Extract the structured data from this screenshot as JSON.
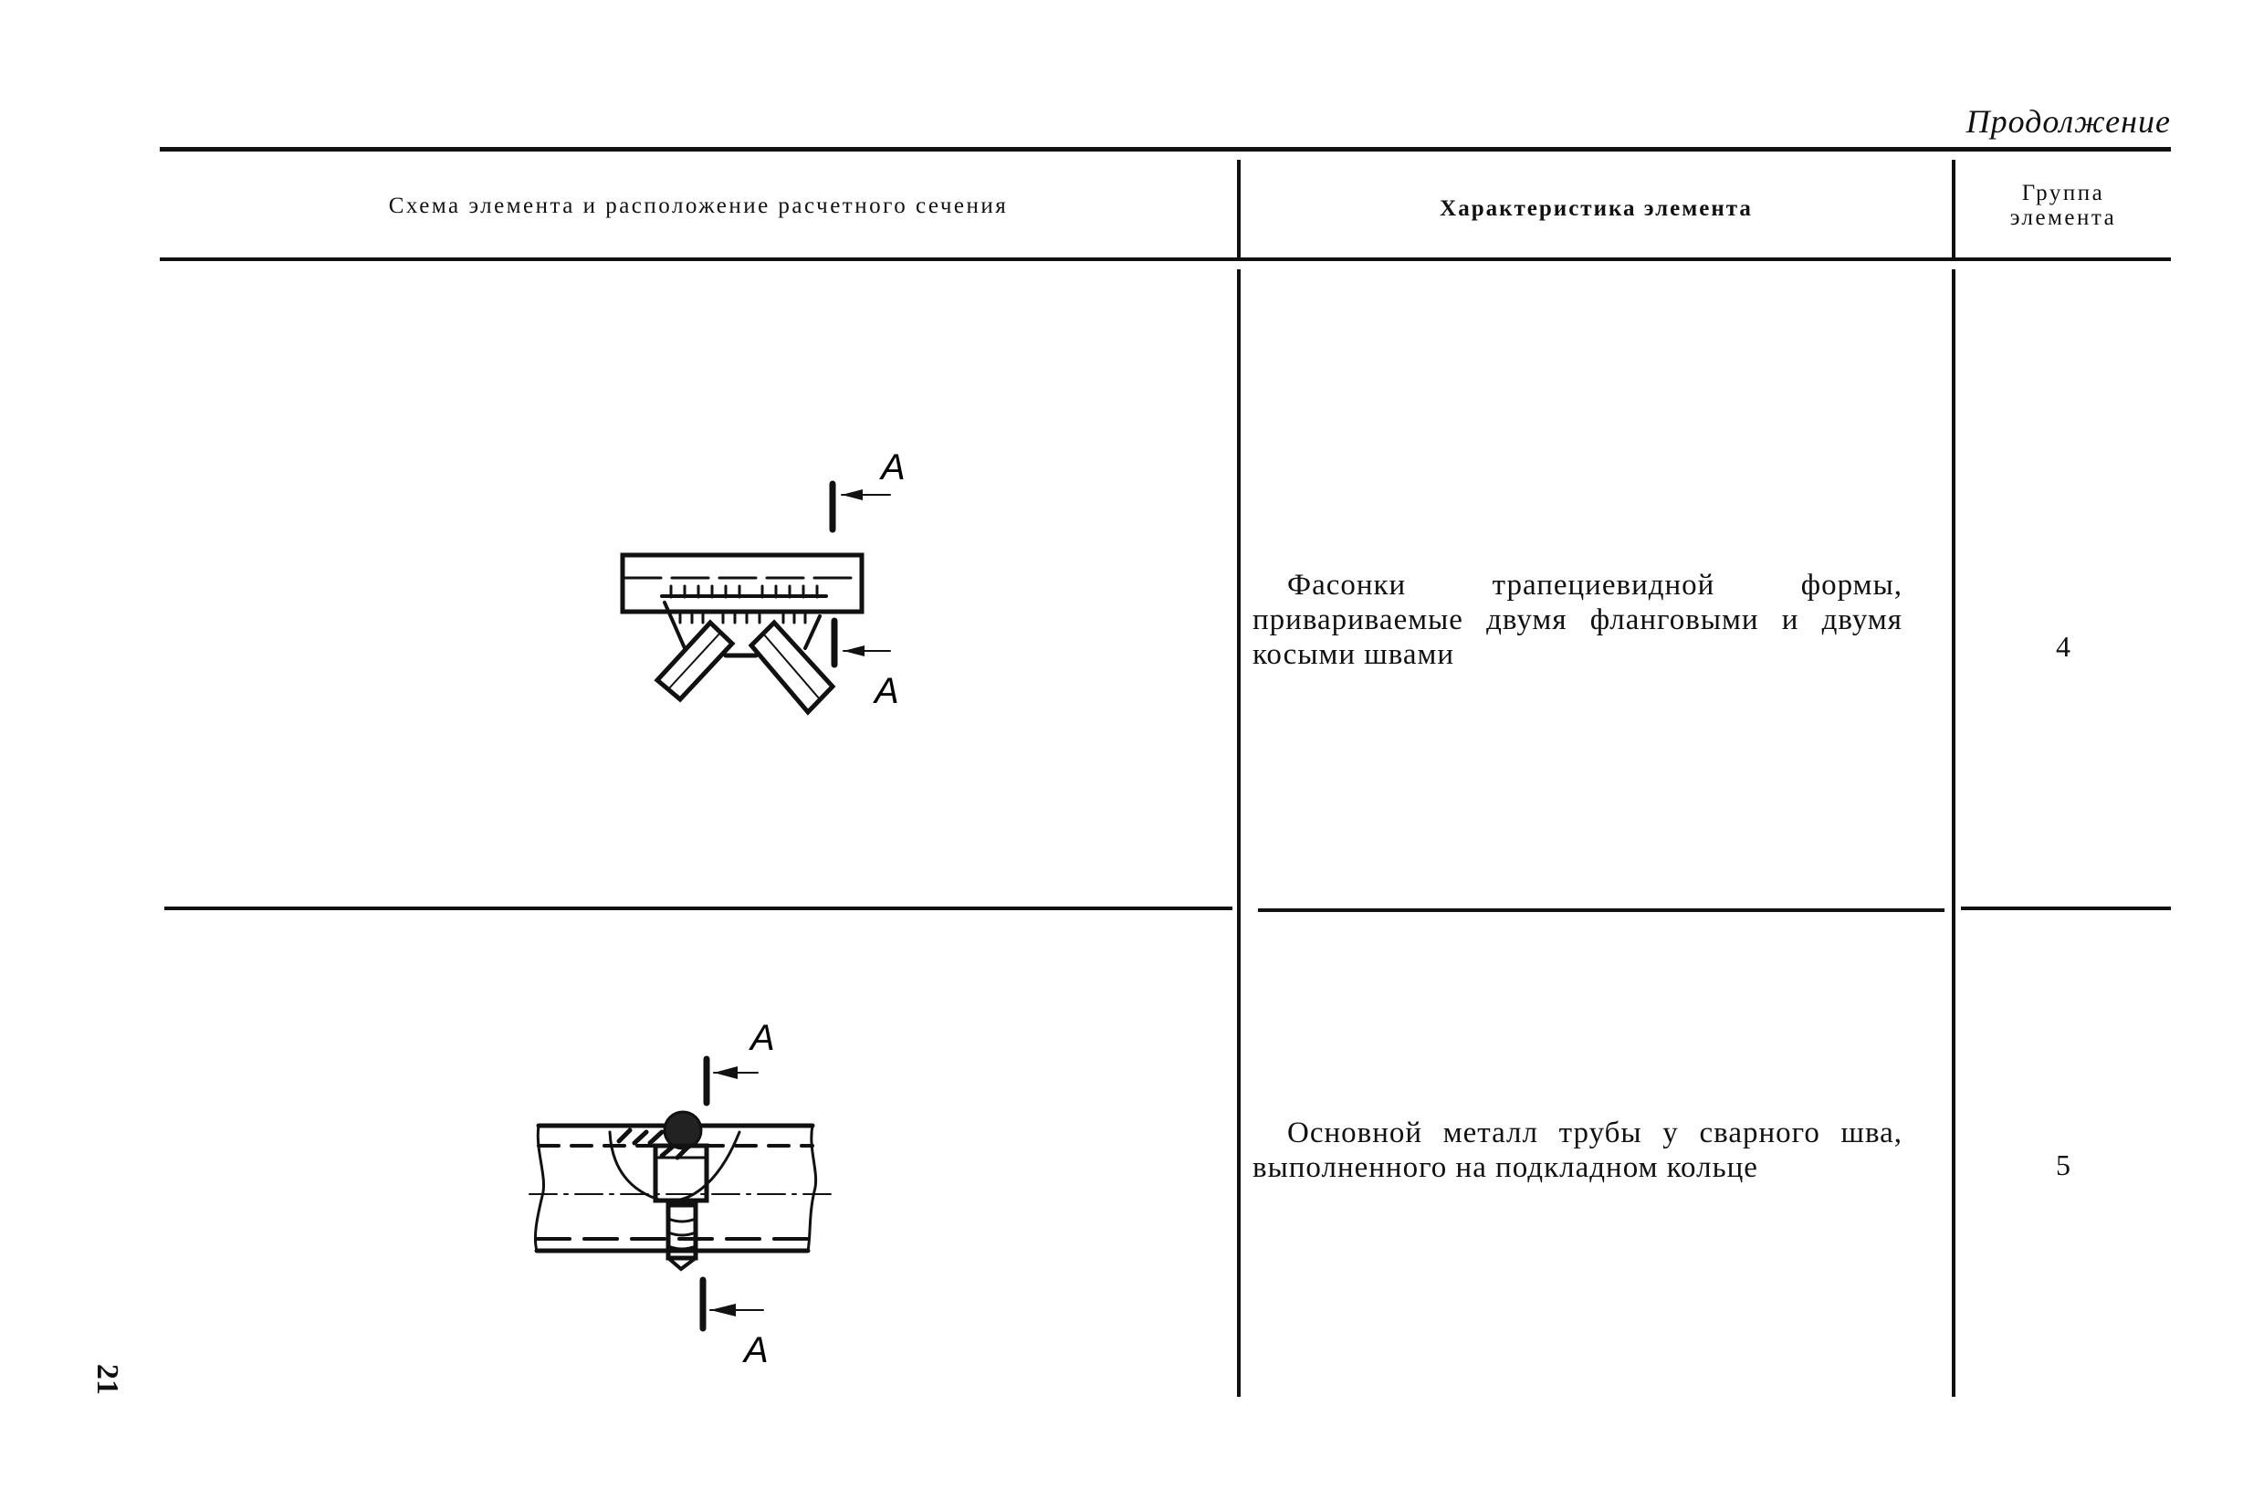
{
  "page": {
    "continuation_label": "Продолжение",
    "page_number": "21"
  },
  "table": {
    "headers": {
      "scheme": "Схема элемента и расположение расчетного сечения",
      "characteristic": "Характеристика элемента",
      "group_line1": "Группа",
      "group_line2": "элемента"
    },
    "rows": [
      {
        "characteristic": "Фасонки трапециевидной формы, привариваемые двумя фланговыми и двумя косыми швами",
        "group": "4",
        "section_labels": [
          "A",
          "A"
        ],
        "figure": "trapezoid-gusset-diagram"
      },
      {
        "characteristic": "Основной металл трубы у сварного шва, выполненного на подкладном кольце",
        "group": "5",
        "section_labels": [
          "A",
          "A"
        ],
        "figure": "pipe-backing-ring-weld-diagram"
      }
    ]
  }
}
